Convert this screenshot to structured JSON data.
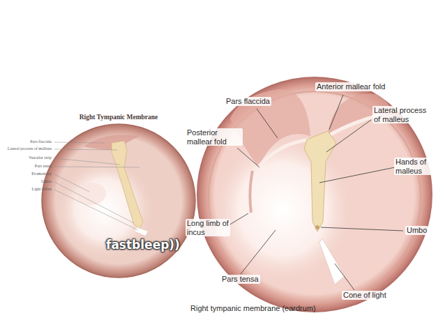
{
  "diagram": {
    "title": "Right Tympanic Membrane",
    "caption": "Right tympanic membrane (eardrum)",
    "labels": [
      "Pars flaccida",
      "Lateral process of malleus",
      "Vascular strip",
      "Pars tensa",
      "Promontory",
      "Umbo",
      "Light reflex",
      "fastbleep))",
      "Anterior mallear fold",
      "Pars flaccida",
      "Lateral process of malleus",
      "Posterior mallear fold",
      "Hands of malleus",
      "Long limb of incus",
      "Umbo",
      "Pars tensa",
      "Cone of light"
    ]
  }
}
